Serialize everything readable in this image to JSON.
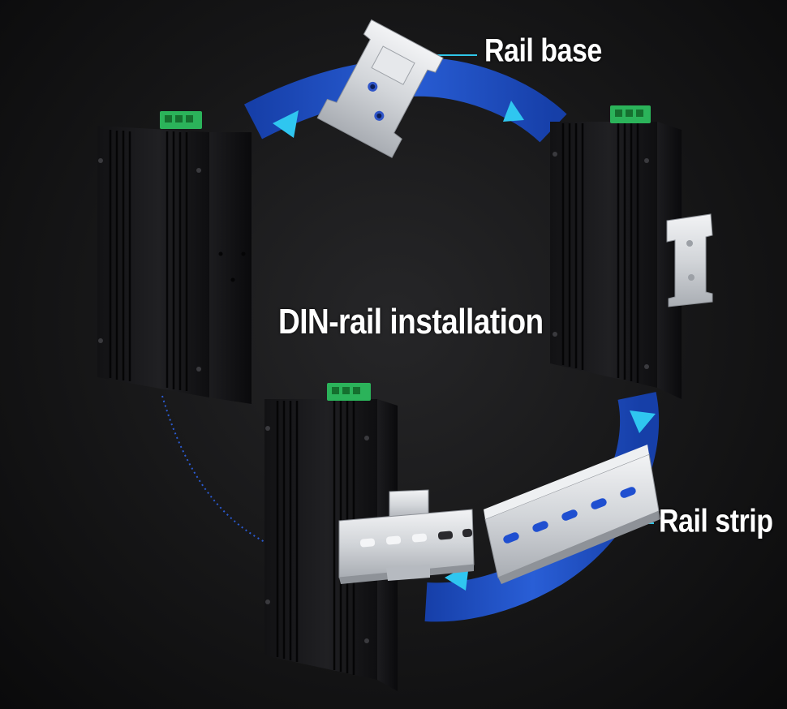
{
  "labels": {
    "rail_base": "Rail base",
    "center": "DIN-rail installation",
    "rail_strip": "Rail strip"
  },
  "colors": {
    "background": "#141415",
    "arrow_band": "#1e4fc8",
    "arrowhead": "#2fc6f0",
    "dotted_arc": "#2f6bff",
    "leader_line": "#2fc6e8",
    "device_body": "#1b1b1d",
    "terminal_block": "#2bb35a",
    "bracket_metal": "#d5d8dc"
  }
}
